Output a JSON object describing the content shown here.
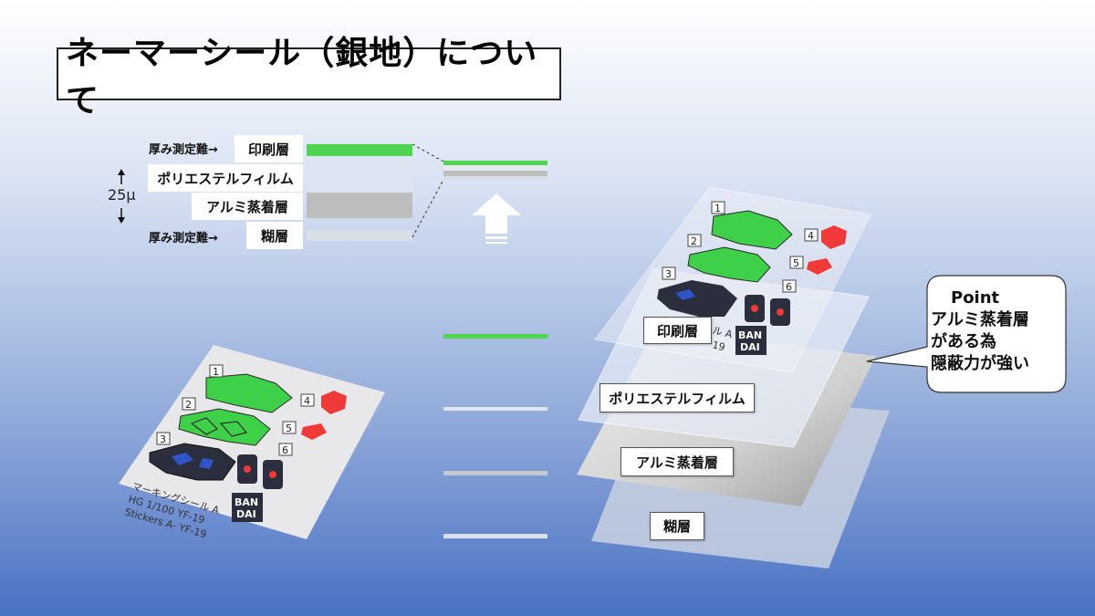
{
  "title": "ネーマーシール（銀地）について",
  "cross_section": {
    "thickness_label": "25μ",
    "note_top": "厚み測定難→",
    "note_bottom": "厚み測定難→",
    "layers": [
      {
        "label": "印刷層",
        "color": "#4fd44f"
      },
      {
        "label": "ポリエステルフィルム",
        "color": "#dce3f1"
      },
      {
        "label": "アルミ蒸着層",
        "color": "#bdbdbd"
      },
      {
        "label": "糊層",
        "color": "#d9dfe6"
      }
    ]
  },
  "sticker": {
    "numbers": [
      "1",
      "2",
      "3",
      "4",
      "5",
      "6"
    ],
    "text_line1": "マーキングシール A",
    "text_line2": "HG 1/100 YF-19",
    "text_line3": "Stickers A- YF-19",
    "logo_top": "BAN",
    "logo_bottom": "DAI",
    "partial_text1": "ル A",
    "partial_text2": "19"
  },
  "exploded_layers": [
    "印刷層",
    "ポリエステルフィルム",
    "アルミ蒸着層",
    "糊層"
  ],
  "callout": {
    "heading": "Point",
    "line1": "アルミ蒸着層",
    "line2": "がある為",
    "line3": "隠蔽力が強い"
  },
  "colors": {
    "print_green": "#4fd44f",
    "sticker_red": "#f03a3a",
    "accent_blue": "#2f54c8"
  }
}
